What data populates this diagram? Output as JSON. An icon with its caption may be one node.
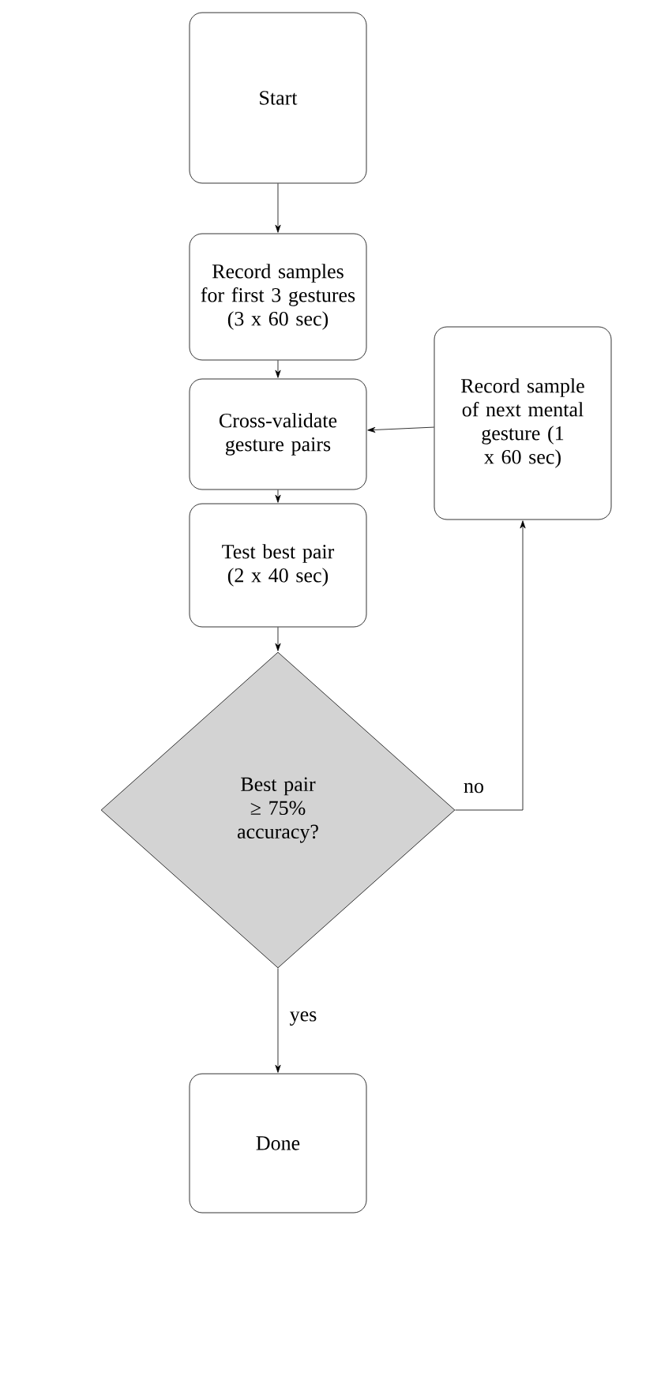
{
  "diagram": {
    "nodes": [
      {
        "text": [
          "Start"
        ]
      },
      {
        "text": [
          "Record samples for first 3 gestures (3 x 60 sec)"
        ]
      },
      {
        "text": [
          "Cross-validate gesture pairs"
        ]
      },
      {
        "text": [
          "Record sample of next mental gesture (1 x 60 sec)"
        ]
      },
      {
        "text": [
          "Test best pair (2 x 40 sec)"
        ]
      },
      {
        "text": [
          "Best pair ≥ 75% accuracy?"
        ]
      },
      {
        "text": [
          "Done"
        ]
      }
    ],
    "edges": [
      {
        "from": 0,
        "to": 1,
        "arrow": "to"
      },
      {
        "from": 1,
        "to": 2,
        "arrow": "to"
      },
      {
        "from": 2,
        "to": 4,
        "arrow": "to"
      },
      {
        "from": 4,
        "to": 5,
        "arrow": "to"
      },
      {
        "from": 5,
        "to": 6,
        "arrow": "to",
        "label": "yes"
      },
      {
        "from": 5,
        "to": 3,
        "arrow": "to",
        "label": "no"
      },
      {
        "from": 3,
        "to": 2,
        "arrow": "to"
      }
    ]
  }
}
